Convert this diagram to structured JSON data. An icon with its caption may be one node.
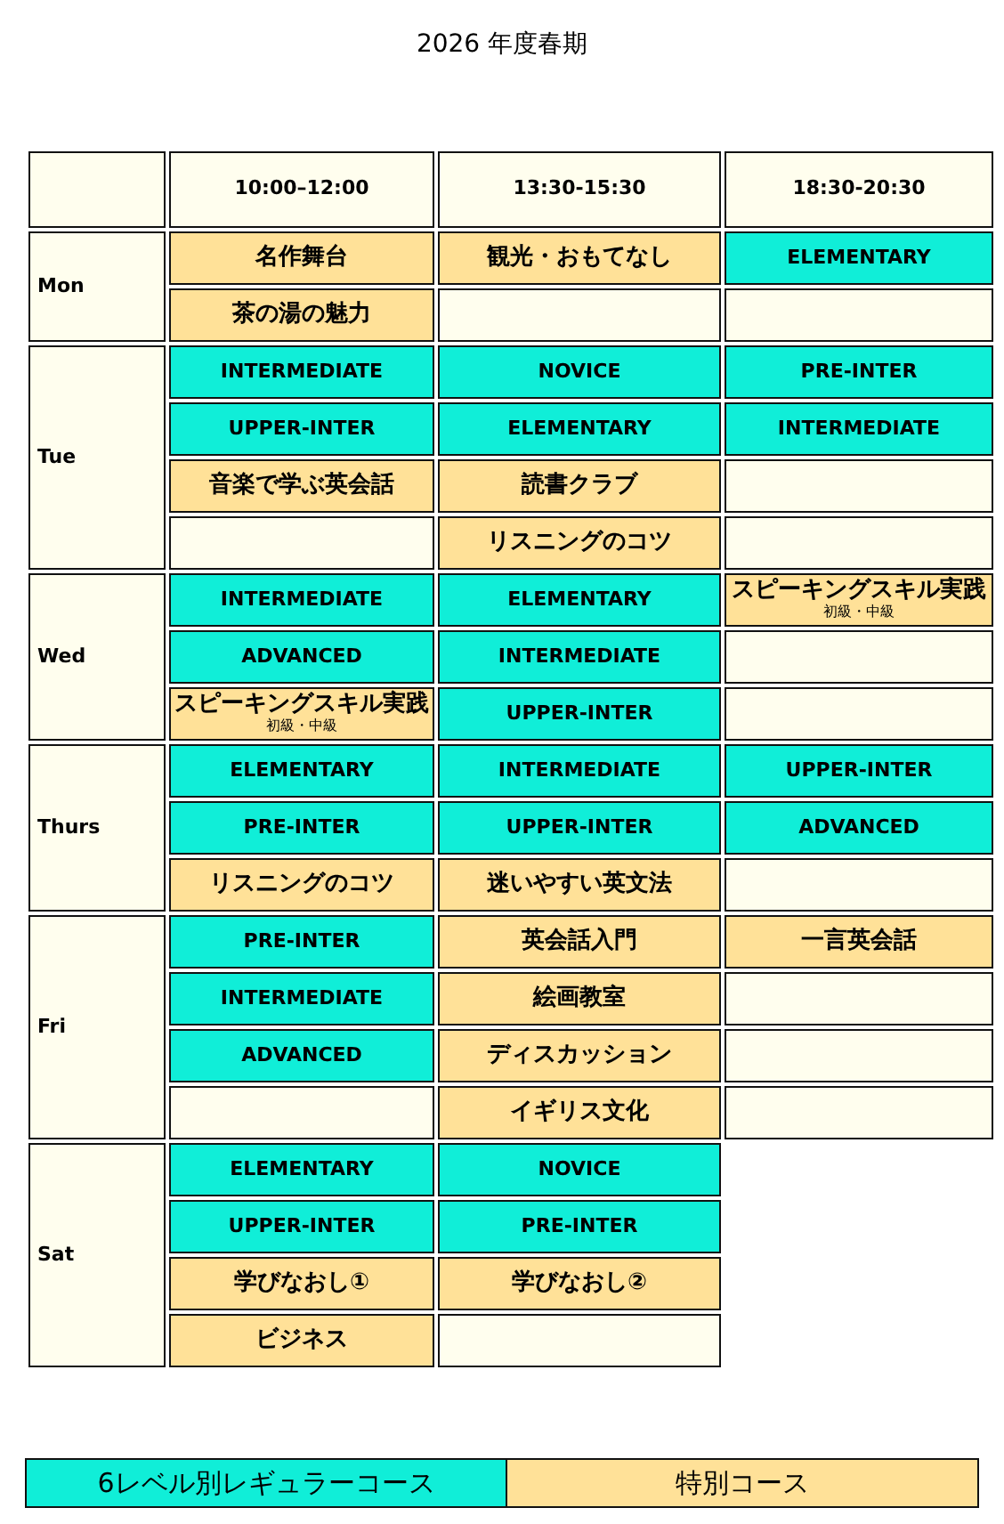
{
  "diagram": {
    "title": "2026 年度春期",
    "labels": [
      "10:00–12:00",
      "13:30-15:30",
      "18:30-20:30",
      "Mon",
      "名作舞台",
      "観光・おもてなし",
      "ELEMENTARY",
      "茶の湯の魅力",
      "Tue",
      "INTERMEDIATE",
      "NOVICE",
      "PRE-INTER",
      "UPPER-INTER",
      "ELEMENTARY",
      "INTERMEDIATE",
      "音楽で学ぶ英会話",
      "読書クラブ",
      "リスニングのコツ",
      "Wed",
      "INTERMEDIATE",
      "ELEMENTARY",
      "スピーキングスキル実践",
      "初級・中級",
      "ADVANCED",
      "INTERMEDIATE",
      "スピーキングスキル実践",
      "初級・中級",
      "UPPER-INTER",
      "Thurs",
      "ELEMENTARY",
      "INTERMEDIATE",
      "UPPER-INTER",
      "PRE-INTER",
      "UPPER-INTER",
      "ADVANCED",
      "リスニングのコツ",
      "迷いやすい英文法",
      "Fri",
      "PRE-INTER",
      "英会話入門",
      "一言英会話",
      "INTERMEDIATE",
      "絵画教室",
      "ADVANCED",
      "ディスカッション",
      "イギリス文化",
      "Sat",
      "ELEMENTARY",
      "NOVICE",
      "UPPER-INTER",
      "PRE-INTER",
      "学びなおし①",
      "学びなおし②",
      "ビジネス"
    ],
    "legend": [
      {
        "text": "6レベル別レギュラーコース",
        "color": "#10eed8"
      },
      {
        "text": "特別コース",
        "color": "#ffe198"
      }
    ]
  }
}
